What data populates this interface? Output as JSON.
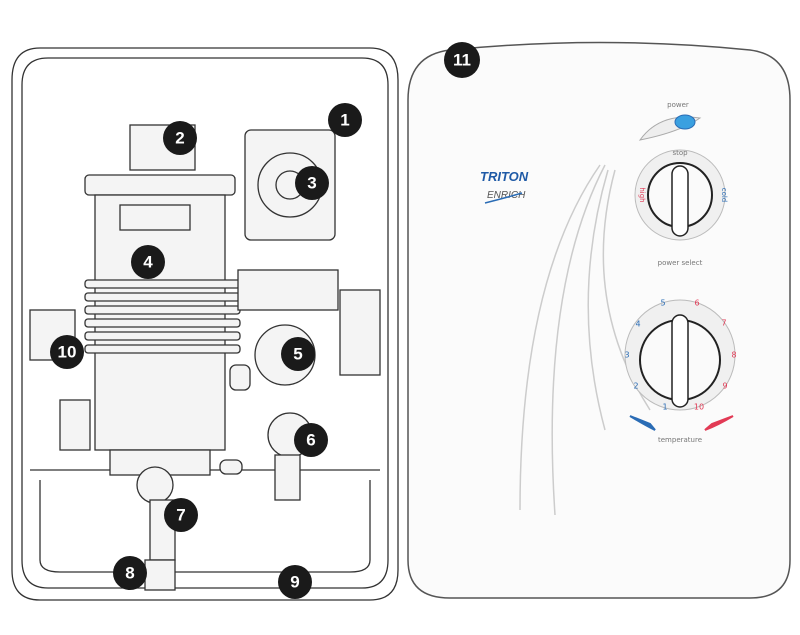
{
  "callouts": [
    "1",
    "2",
    "3",
    "4",
    "5",
    "6",
    "7",
    "8",
    "9",
    "10",
    "11"
  ],
  "cover": {
    "brand": "TRITON",
    "model": "ENRICH",
    "power_label": "power",
    "stop_label": "stop",
    "high_label": "high",
    "cold_label": "cold",
    "power_select_label": "power select",
    "temperature_label": "temperature",
    "temperature_scale": [
      "1",
      "2",
      "3",
      "4",
      "5",
      "6",
      "7",
      "8",
      "9",
      "10"
    ]
  },
  "colors": {
    "blue": "#2a6cb5",
    "red": "#e23a55",
    "button": "#3aa0e0"
  }
}
